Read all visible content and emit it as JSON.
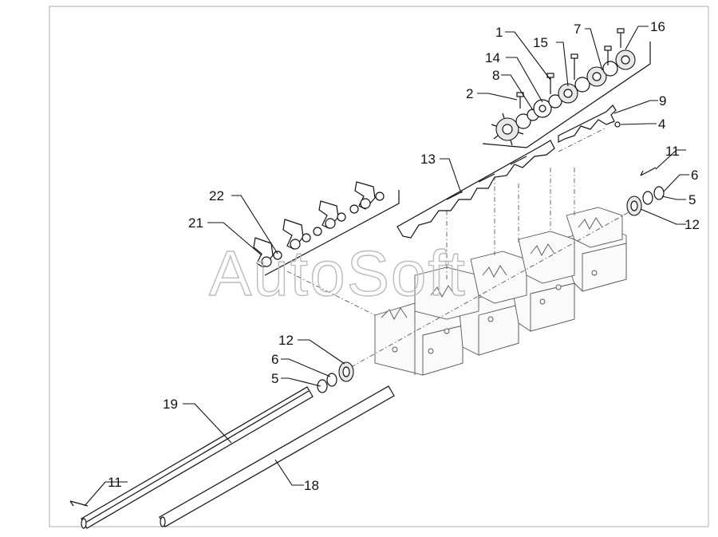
{
  "watermark": "AutoSoft",
  "callouts": [
    {
      "id": "c1",
      "text": "1"
    },
    {
      "id": "c15",
      "text": "15"
    },
    {
      "id": "c7",
      "text": "7"
    },
    {
      "id": "c16",
      "text": "16"
    },
    {
      "id": "c14",
      "text": "14"
    },
    {
      "id": "c8",
      "text": "8"
    },
    {
      "id": "c2",
      "text": "2"
    },
    {
      "id": "c9",
      "text": "9"
    },
    {
      "id": "c4",
      "text": "4"
    },
    {
      "id": "c13",
      "text": "13"
    },
    {
      "id": "c11a",
      "text": "11"
    },
    {
      "id": "c6a",
      "text": "6"
    },
    {
      "id": "c5a",
      "text": "5"
    },
    {
      "id": "c12a",
      "text": "12"
    },
    {
      "id": "c22",
      "text": "22"
    },
    {
      "id": "c21",
      "text": "21"
    },
    {
      "id": "c12b",
      "text": "12"
    },
    {
      "id": "c6b",
      "text": "6"
    },
    {
      "id": "c5b",
      "text": "5"
    },
    {
      "id": "c19",
      "text": "19"
    },
    {
      "id": "c11b",
      "text": "11"
    },
    {
      "id": "c18",
      "text": "18"
    }
  ]
}
